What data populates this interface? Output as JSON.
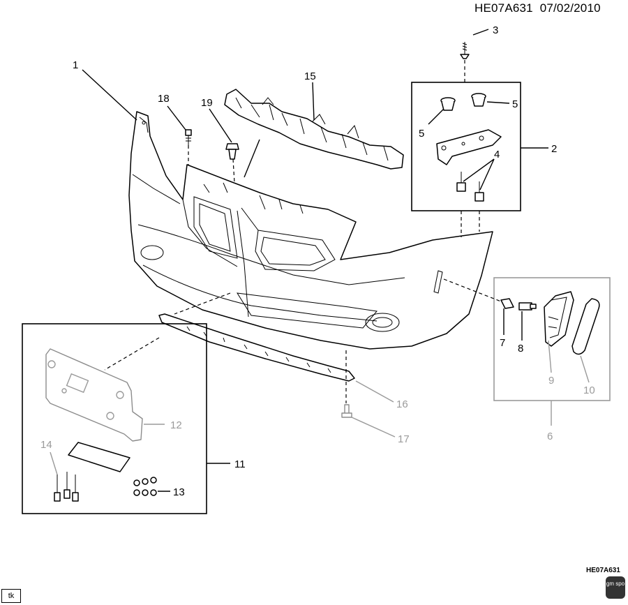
{
  "header": {
    "diagram_id": "HE07A631",
    "date": "07/02/2010"
  },
  "footer": {
    "diagram_id": "HE07A631",
    "initials": "tk",
    "logo_text": "gm spo"
  },
  "callouts": [
    {
      "number": "1",
      "shade": "black"
    },
    {
      "number": "2",
      "shade": "black"
    },
    {
      "number": "3",
      "shade": "black"
    },
    {
      "number": "4",
      "shade": "black"
    },
    {
      "number": "5",
      "shade": "black"
    },
    {
      "number": "5",
      "shade": "black"
    },
    {
      "number": "6",
      "shade": "grey"
    },
    {
      "number": "7",
      "shade": "black"
    },
    {
      "number": "8",
      "shade": "black"
    },
    {
      "number": "9",
      "shade": "grey"
    },
    {
      "number": "10",
      "shade": "grey"
    },
    {
      "number": "11",
      "shade": "black"
    },
    {
      "number": "12",
      "shade": "grey"
    },
    {
      "number": "13",
      "shade": "black"
    },
    {
      "number": "14",
      "shade": "grey"
    },
    {
      "number": "15",
      "shade": "black"
    },
    {
      "number": "16",
      "shade": "grey"
    },
    {
      "number": "17",
      "shade": "grey"
    },
    {
      "number": "18",
      "shade": "black"
    },
    {
      "number": "19",
      "shade": "black"
    }
  ],
  "colors": {
    "line": "#000000",
    "grey_line": "#9a9a9a",
    "background": "#ffffff"
  }
}
